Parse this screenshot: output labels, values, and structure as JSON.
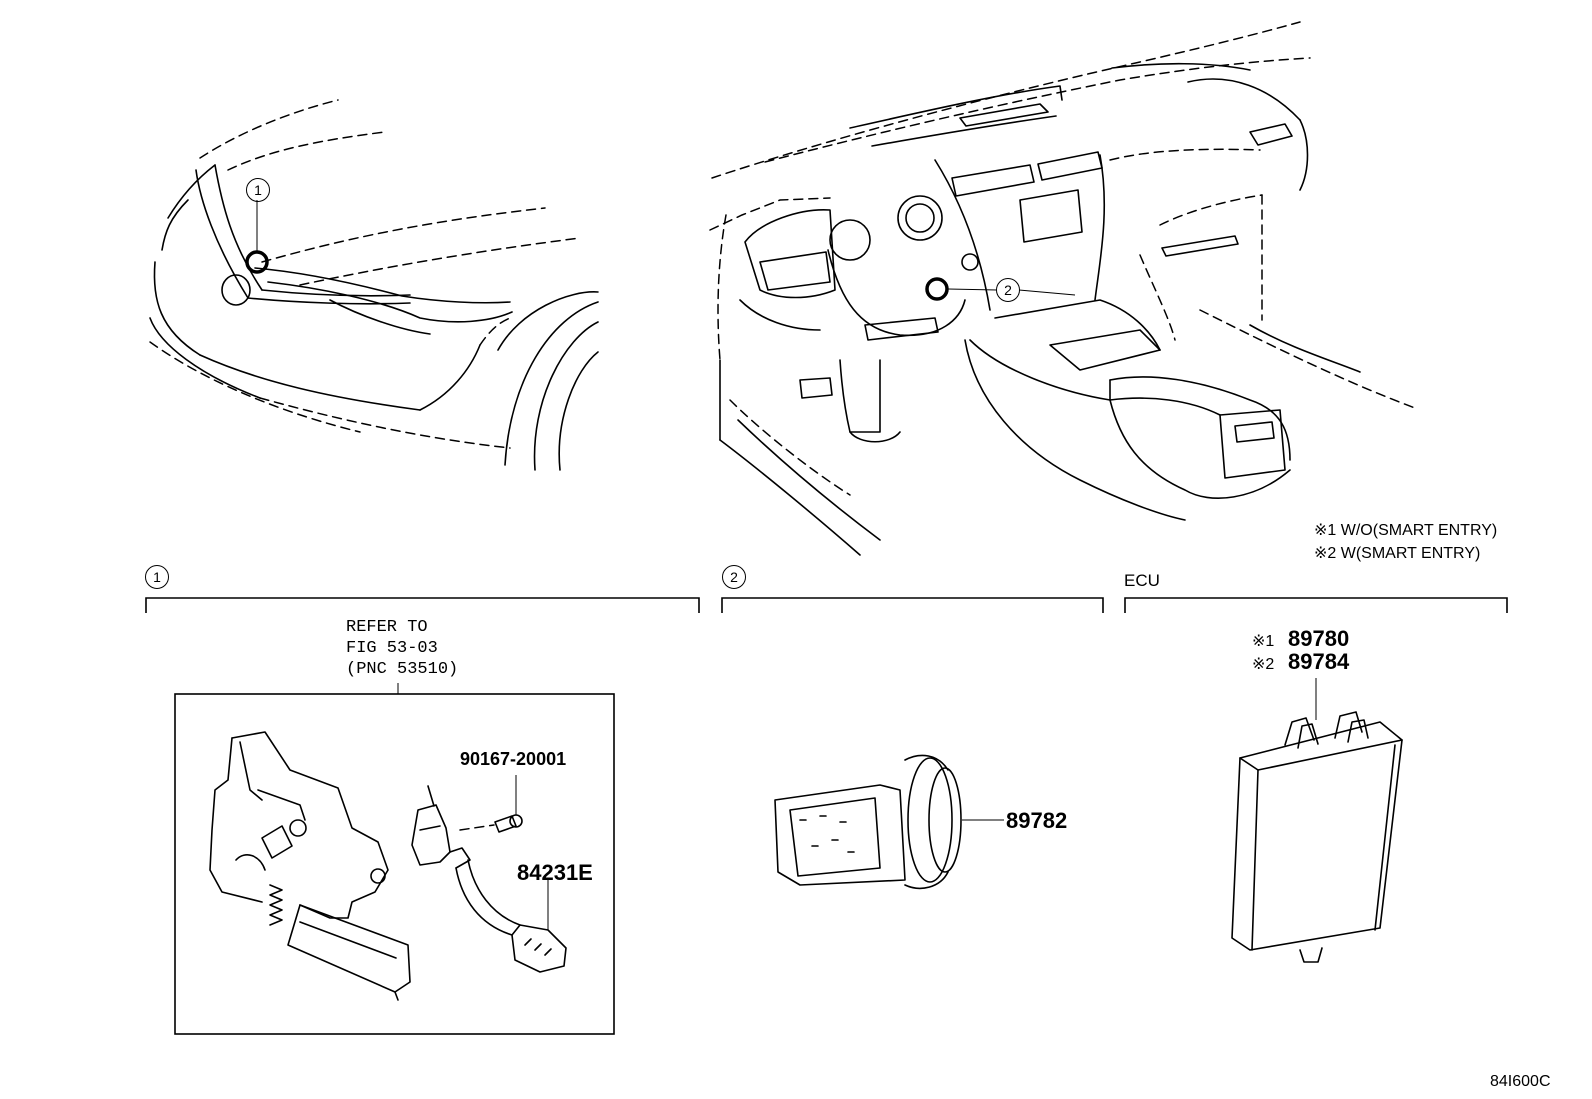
{
  "callouts": {
    "one": "1",
    "two": "2"
  },
  "notes": {
    "note1": "※1 W/O(SMART ENTRY)",
    "note2": "※2 W(SMART ENTRY)"
  },
  "sections": {
    "s1": {
      "marker": "1"
    },
    "s2": {
      "marker": "2"
    },
    "s3": {
      "title": "ECU"
    }
  },
  "refer": {
    "line1": "REFER TO",
    "line2": "FIG 53-03",
    "line3": "(PNC 53510)"
  },
  "parts": {
    "screw": "90167-20001",
    "hood_switch": "84231E",
    "switch": "89782",
    "ecu_mark1": "※1",
    "ecu_pn1": "89780",
    "ecu_mark2": "※2",
    "ecu_pn2": "89784"
  },
  "figure_id": "84I600C"
}
